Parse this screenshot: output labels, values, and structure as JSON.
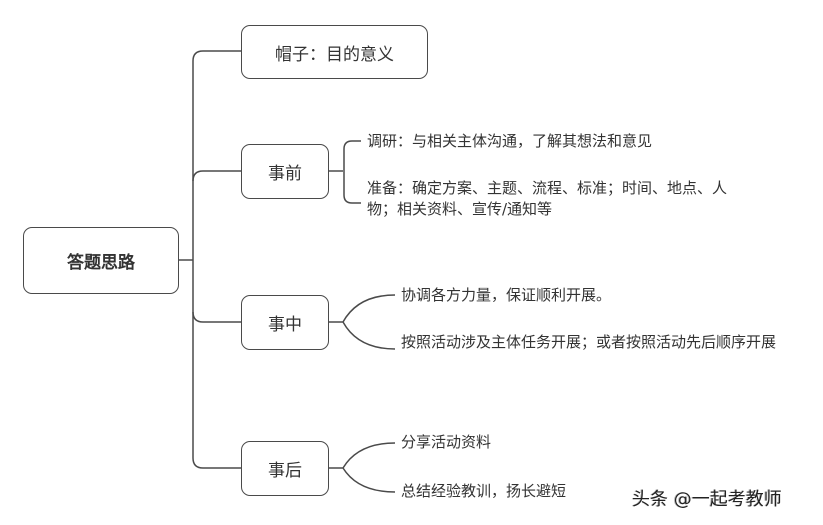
{
  "diagram": {
    "root": {
      "label": "答题思路"
    },
    "branches": [
      {
        "label": "帽子：目的意义",
        "children": []
      },
      {
        "label": "事前",
        "children": [
          "调研：与相关主体沟通，了解其想法和意见",
          "准备：确定方案、主题、流程、标准；时间、地点、人物；相关资料、宣传/通知等"
        ]
      },
      {
        "label": "事中",
        "children": [
          "协调各方力量，保证顺利开展。",
          "按照活动涉及主体任务开展；或者按照活动先后顺序开展"
        ]
      },
      {
        "label": "事后",
        "children": [
          "分享活动资料",
          "总结经验教训，扬长避短"
        ]
      }
    ]
  },
  "watermark": "头条 @一起考教师",
  "colors": {
    "line": "#4a4a4a",
    "text": "#333333",
    "background": "#ffffff"
  }
}
